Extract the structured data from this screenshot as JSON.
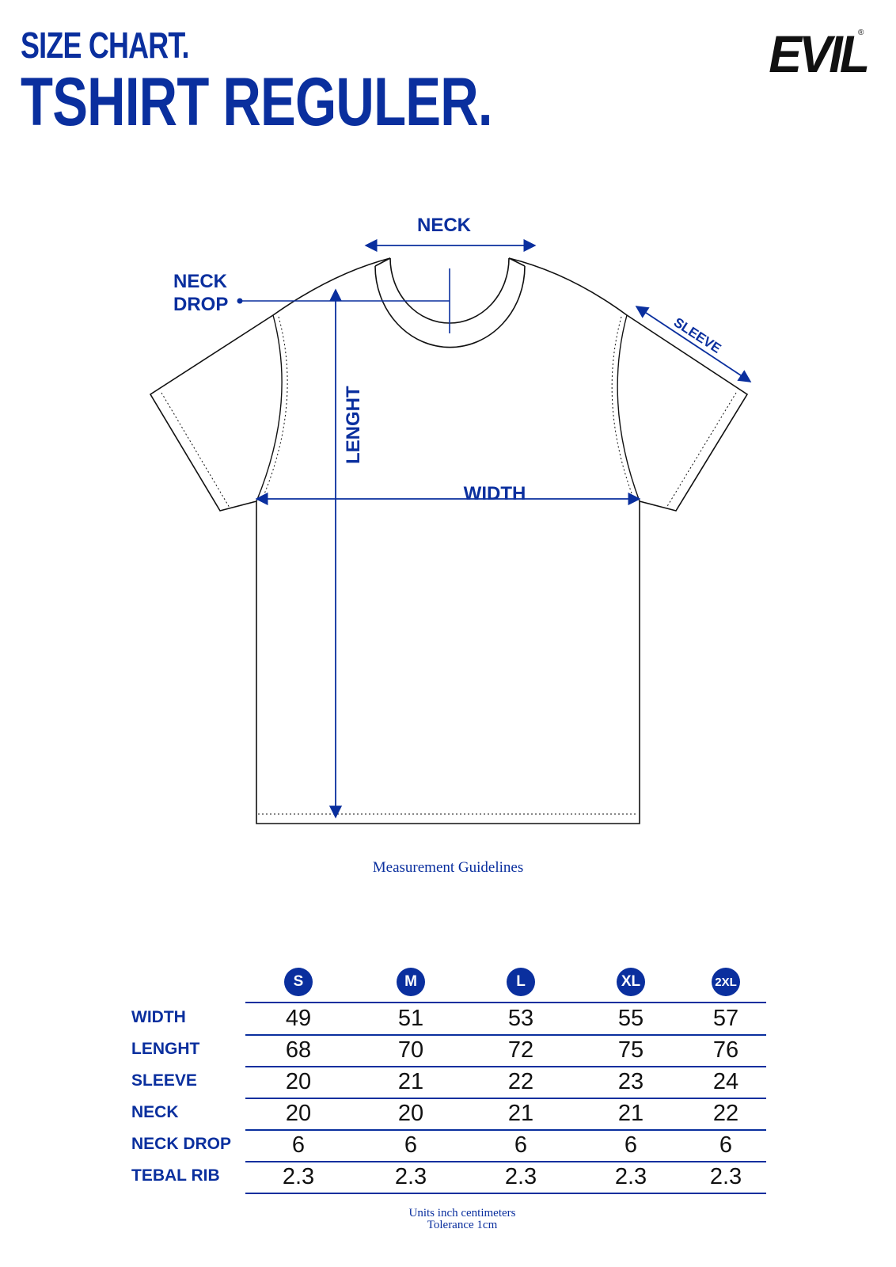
{
  "header": {
    "title_line1": "SIZE CHART.",
    "title_line2": "TSHIRT REGULER.",
    "brand": "EVIL",
    "brand_mark": "®"
  },
  "diagram": {
    "labels": {
      "neck": "NECK",
      "neck_drop_line1": "NECK",
      "neck_drop_line2": "DROP",
      "sleeve": "SLEEVE",
      "length": "LENGHT",
      "width": "WIDTH"
    },
    "caption": "Measurement Guidelines",
    "colors": {
      "accent": "#0a2f9e",
      "outline": "#111111"
    }
  },
  "table": {
    "sizes": [
      "S",
      "M",
      "L",
      "XL",
      "2XL"
    ],
    "rows": [
      {
        "label": "WIDTH",
        "values": [
          "49",
          "51",
          "53",
          "55",
          "57"
        ]
      },
      {
        "label": "LENGHT",
        "values": [
          "68",
          "70",
          "72",
          "75",
          "76"
        ]
      },
      {
        "label": "SLEEVE",
        "values": [
          "20",
          "21",
          "22",
          "23",
          "24"
        ]
      },
      {
        "label": "NECK",
        "values": [
          "20",
          "20",
          "21",
          "21",
          "22"
        ]
      },
      {
        "label": "NECK DROP",
        "values": [
          "6",
          "6",
          "6",
          "6",
          "6"
        ]
      },
      {
        "label": "TEBAL RIB",
        "values": [
          "2.3",
          "2.3",
          "2.3",
          "2.3",
          "2.3"
        ]
      }
    ],
    "footnote_line1": "Units inch centimeters",
    "footnote_line2": "Tolerance 1cm"
  }
}
